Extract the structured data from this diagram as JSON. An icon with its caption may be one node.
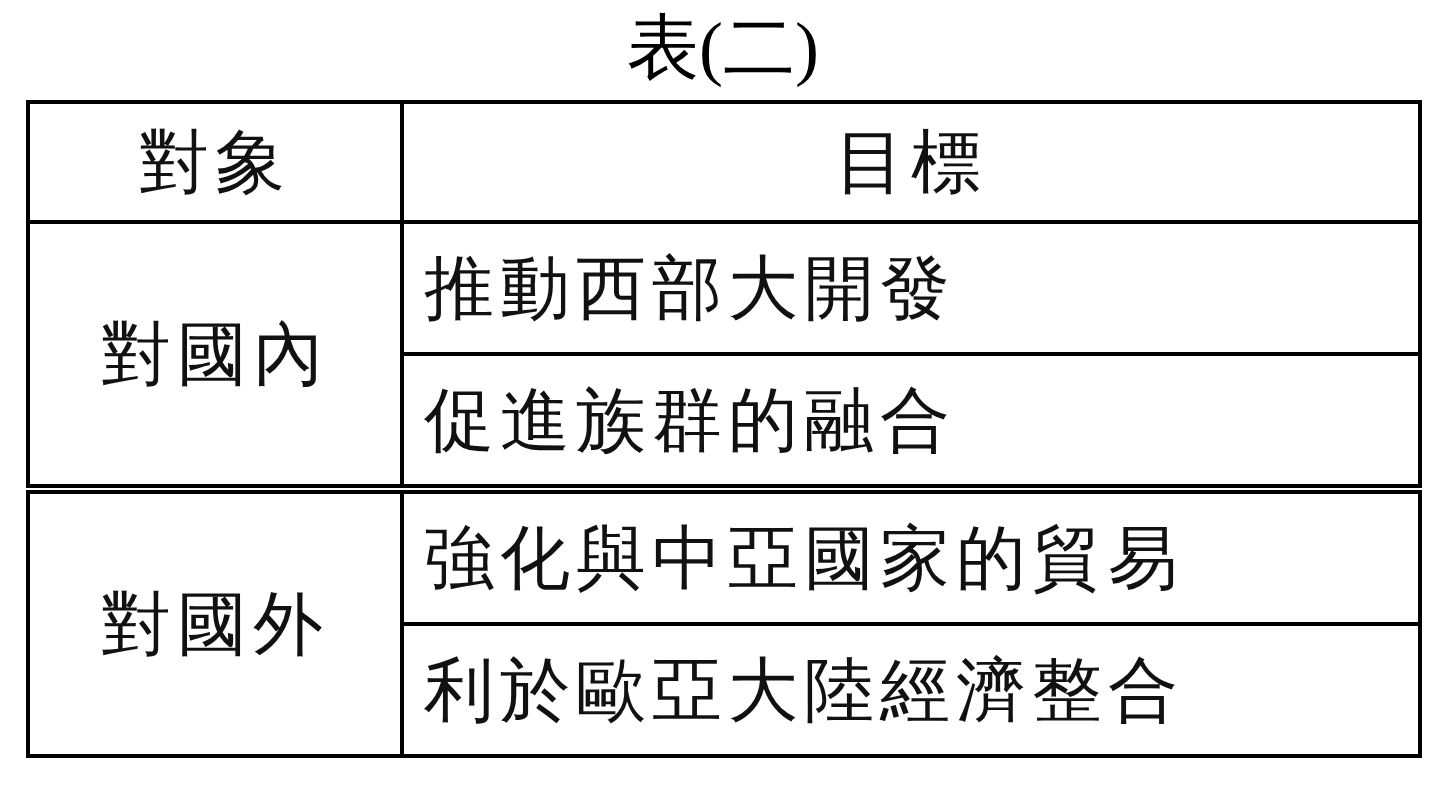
{
  "diagram": {
    "title": "表(二)",
    "labels": [
      "對象",
      "目標",
      "對國內",
      "推動西部大開發",
      "促進族群的融合",
      "對國外",
      "強化與中亞國家的貿易",
      "利於歐亞大陸經濟整合"
    ]
  }
}
